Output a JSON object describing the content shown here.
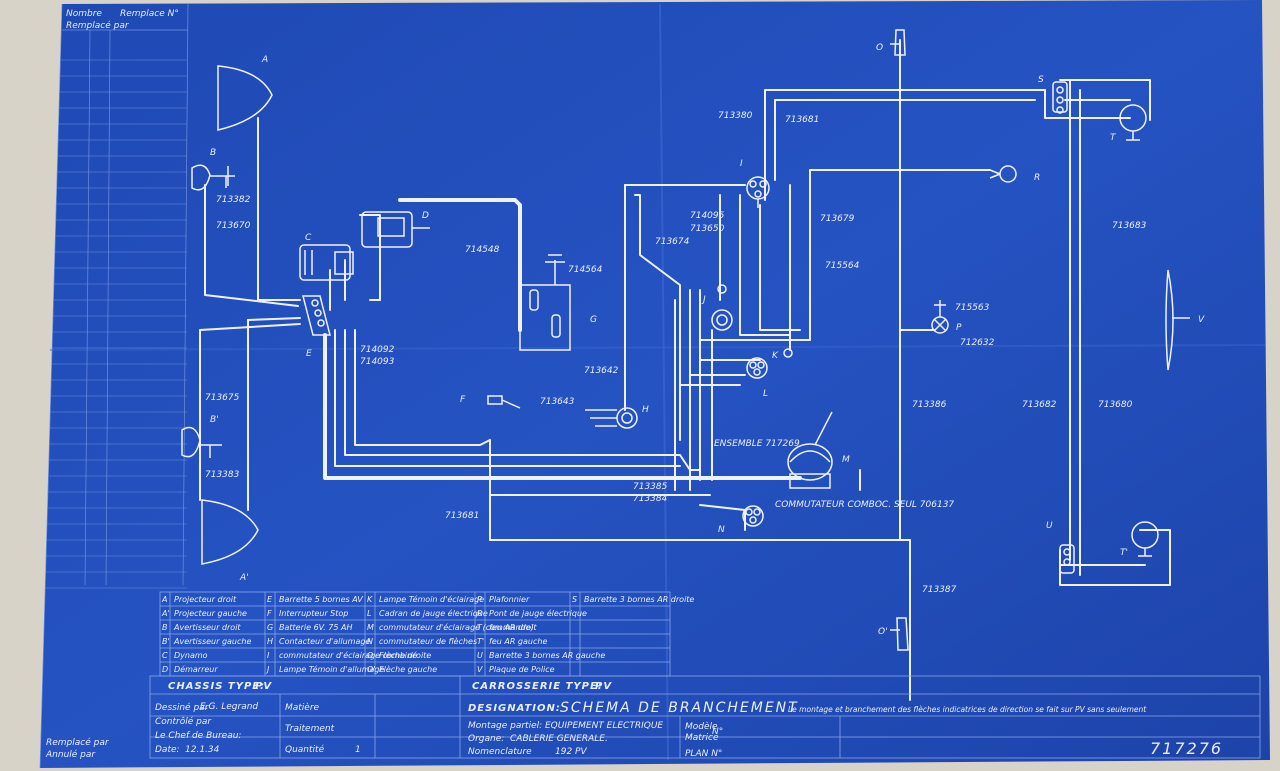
{
  "side_strip": {
    "top_label_1": "Nombre",
    "top_label_2": "Remplace N°",
    "top_label_3": "Remplacé par",
    "bottom_label_1": "Remplacé par",
    "bottom_label_2": "Annulé par"
  },
  "components": {
    "A": "A",
    "B": "B",
    "C": "C",
    "D": "D",
    "E": "E",
    "F": "F",
    "G": "G",
    "H": "H",
    "I": "I",
    "J": "J",
    "K": "K",
    "L": "L",
    "M": "M",
    "N": "N",
    "O": "O",
    "O1": "O'",
    "P": "P",
    "R": "R",
    "S": "S",
    "T": "T",
    "T1": "T'",
    "U": "U",
    "V": "V",
    "A1": "A'",
    "B1": "B'"
  },
  "cable_refs": {
    "r713382": "713382",
    "r713670": "713670",
    "r713675": "713675",
    "r713383": "713383",
    "r714548": "714548",
    "r714564": "714564",
    "r714092": "714092",
    "r714093": "714093",
    "r713642": "713642",
    "r713643": "713643",
    "r714095": "714095",
    "r713650": "713650",
    "r713674": "713674",
    "r713380": "713380",
    "r713681a": "713681",
    "r713679": "713679",
    "r715564": "715564",
    "r715563": "715563",
    "r712632": "712632",
    "r713386": "713386",
    "r713682": "713682",
    "r713680": "713680",
    "r713683": "713683",
    "r713385": "713385",
    "r713384": "713384",
    "r713681b": "713681",
    "r713387": "713387"
  },
  "annotations": {
    "ensemble": "ENSEMBLE 717269",
    "commutateur": "COMMUTATEUR COMBOC. SEUL 706137"
  },
  "legend": {
    "col1": [
      {
        "key": "A",
        "text": "Projecteur droit"
      },
      {
        "key": "A'",
        "text": "Projecteur gauche"
      },
      {
        "key": "B",
        "text": "Avertisseur droit"
      },
      {
        "key": "B'",
        "text": "Avertisseur gauche"
      },
      {
        "key": "C",
        "text": "Dynamo"
      },
      {
        "key": "D",
        "text": "Démarreur"
      }
    ],
    "col2": [
      {
        "key": "E",
        "text": "Barrette 5 bornes AV"
      },
      {
        "key": "F",
        "text": "Interrupteur Stop"
      },
      {
        "key": "G",
        "text": "Batterie 6V. 75 AH"
      },
      {
        "key": "H",
        "text": "Contacteur d'allumage"
      },
      {
        "key": "I",
        "text": "commutateur d'éclairage combiné"
      },
      {
        "key": "J",
        "text": "Lampe Témoin d'allumage"
      }
    ],
    "col3": [
      {
        "key": "K",
        "text": "Lampe Témoin d'éclairage"
      },
      {
        "key": "L",
        "text": "Cadran de jauge électrique"
      },
      {
        "key": "M",
        "text": "commutateur d'éclairage (commande)"
      },
      {
        "key": "N",
        "text": "commutateur de flèches"
      },
      {
        "key": "O",
        "text": "Flèche droite"
      },
      {
        "key": "O'",
        "text": "Flèche gauche"
      }
    ],
    "col4": [
      {
        "key": "P",
        "text": "Plafonnier"
      },
      {
        "key": "R",
        "text": "Pont de jauge électrique"
      },
      {
        "key": "T",
        "text": "feu AR droit"
      },
      {
        "key": "T'",
        "text": "feu AR gauche"
      },
      {
        "key": "U",
        "text": "Barrette 3 bornes AR gauche"
      },
      {
        "key": "V",
        "text": "Plaque de Police"
      }
    ],
    "col5": [
      {
        "key": "S",
        "text": "Barrette 3 bornes AR droite"
      }
    ]
  },
  "title_block": {
    "chassis_label": "CHASSIS TYPE:",
    "chassis_value": "PV",
    "carrosserie_label": "CARROSSERIE TYPE:",
    "carrosserie_value": "PV",
    "dessine_label": "Dessiné par",
    "dessine_value": "E.G. Legrand",
    "controle_label": "Contrôlé par",
    "chef_label": "Le Chef de Bureau:",
    "date_label": "Date:",
    "date_value": "12.1.34",
    "matiere_label": "Matière",
    "traitement_label": "Traitement",
    "quantite_label": "Quantité",
    "quantite_value": "1",
    "designation_label": "DESIGNATION:",
    "designation_value": "SCHEMA DE BRANCHEMENT",
    "designation_note": "Le montage et branchement des flèches indicatrices de direction se fait sur PV sans seulement",
    "montage_label": "Montage partiel:",
    "montage_value": "EQUIPEMENT ELECTRIQUE",
    "organe_label": "Organe:",
    "organe_value": "CABLERIE GENERALE.",
    "nomenclature_label": "Nomenclature",
    "nomenclature_value": "192 PV",
    "modele_label": "Modèle",
    "matrice_label": "Matrice",
    "modele_no": "N°",
    "plan_label": "PLAN N°",
    "plan_value": "717276"
  }
}
